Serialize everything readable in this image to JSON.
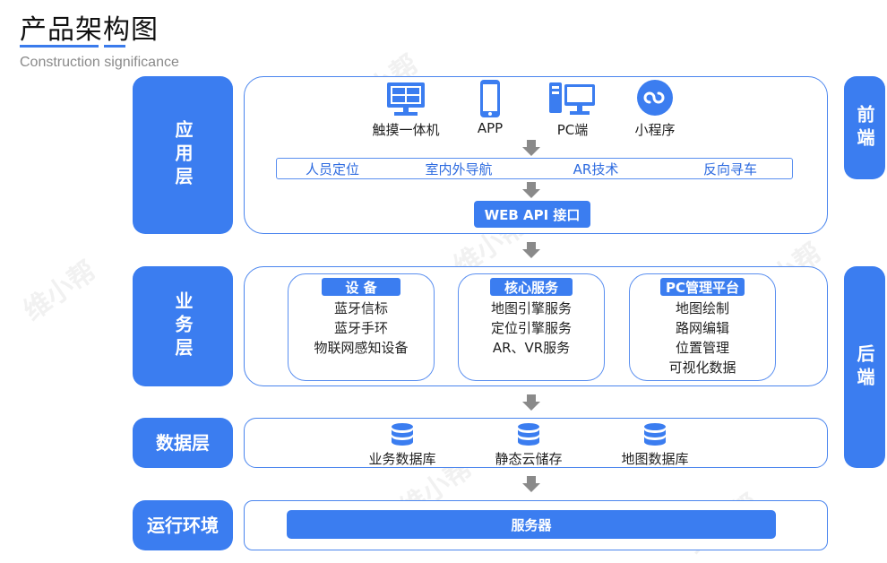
{
  "header": {
    "title": "产品架构图",
    "subtitle": "Construction significance"
  },
  "layers": {
    "app": "应用层",
    "business": "业务层",
    "data": "数据层",
    "runtime": "运行环境"
  },
  "ends": {
    "front": "前端",
    "back": "后端"
  },
  "app_layer": {
    "clients": [
      "触摸一体机",
      "APP",
      "PC端",
      "小程序"
    ],
    "features": [
      "人员定位",
      "室内外导航",
      "AR技术",
      "反向寻车"
    ],
    "api": "WEB API 接口"
  },
  "business_layer": {
    "groups": [
      {
        "title": "设 备",
        "items": [
          "蓝牙信标",
          "蓝牙手环",
          "物联网感知设备"
        ]
      },
      {
        "title": "核心服务",
        "items": [
          "地图引擎服务",
          "定位引擎服务",
          "AR、VR服务"
        ]
      },
      {
        "title": "PC管理平台",
        "items": [
          "地图绘制",
          "路网编辑",
          "位置管理",
          "可视化数据"
        ]
      }
    ]
  },
  "data_layer": {
    "stores": [
      "业务数据库",
      "静态云储存",
      "地图数据库"
    ]
  },
  "runtime_layer": {
    "server": "服务器"
  },
  "watermark": "维小帮",
  "colors": {
    "accent": "#3b7df0",
    "border": "#4a85ee",
    "arrow": "#8a8a8a"
  }
}
